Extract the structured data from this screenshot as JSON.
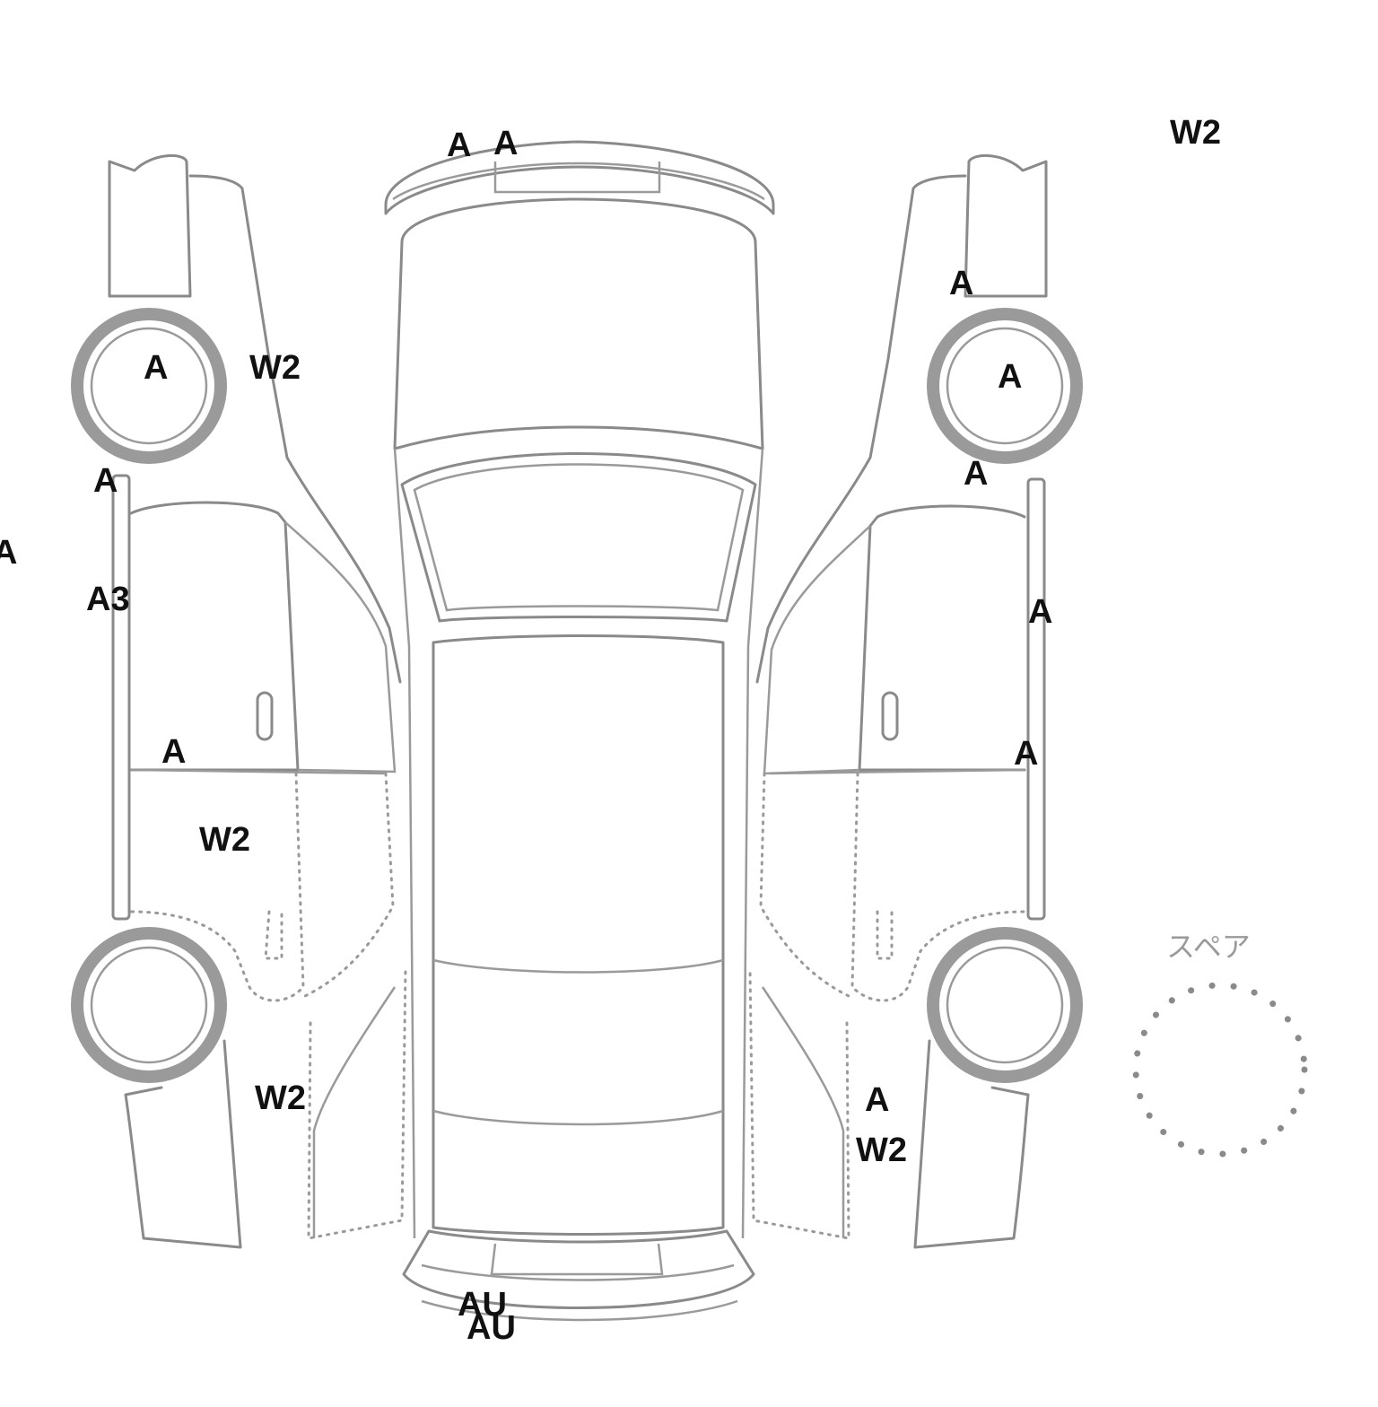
{
  "diagram": {
    "spare_label": "スペア",
    "damage_marks": [
      {
        "id": "top-w2",
        "code": "W2"
      },
      {
        "id": "front-bumper-left",
        "code": "A"
      },
      {
        "id": "front-bumper-right",
        "code": "A"
      },
      {
        "id": "left-front-wheel",
        "code": "A"
      },
      {
        "id": "left-front-fender",
        "code": "W2"
      },
      {
        "id": "left-sill-upper",
        "code": "A"
      },
      {
        "id": "left-edge",
        "code": "A"
      },
      {
        "id": "left-sill-a3",
        "code": "A3"
      },
      {
        "id": "left-front-door",
        "code": "A"
      },
      {
        "id": "left-rear-door",
        "code": "W2"
      },
      {
        "id": "left-rear-quarter",
        "code": "W2"
      },
      {
        "id": "right-front-fender",
        "code": "A"
      },
      {
        "id": "right-front-wheel",
        "code": "A"
      },
      {
        "id": "right-sill-upper",
        "code": "A"
      },
      {
        "id": "right-sill",
        "code": "A"
      },
      {
        "id": "right-front-door",
        "code": "A"
      },
      {
        "id": "right-rear-quarter-a",
        "code": "A"
      },
      {
        "id": "right-rear-quarter-w2",
        "code": "W2"
      },
      {
        "id": "rear-bumper-1",
        "code": "AU"
      },
      {
        "id": "rear-bumper-2",
        "code": "AU"
      }
    ]
  }
}
